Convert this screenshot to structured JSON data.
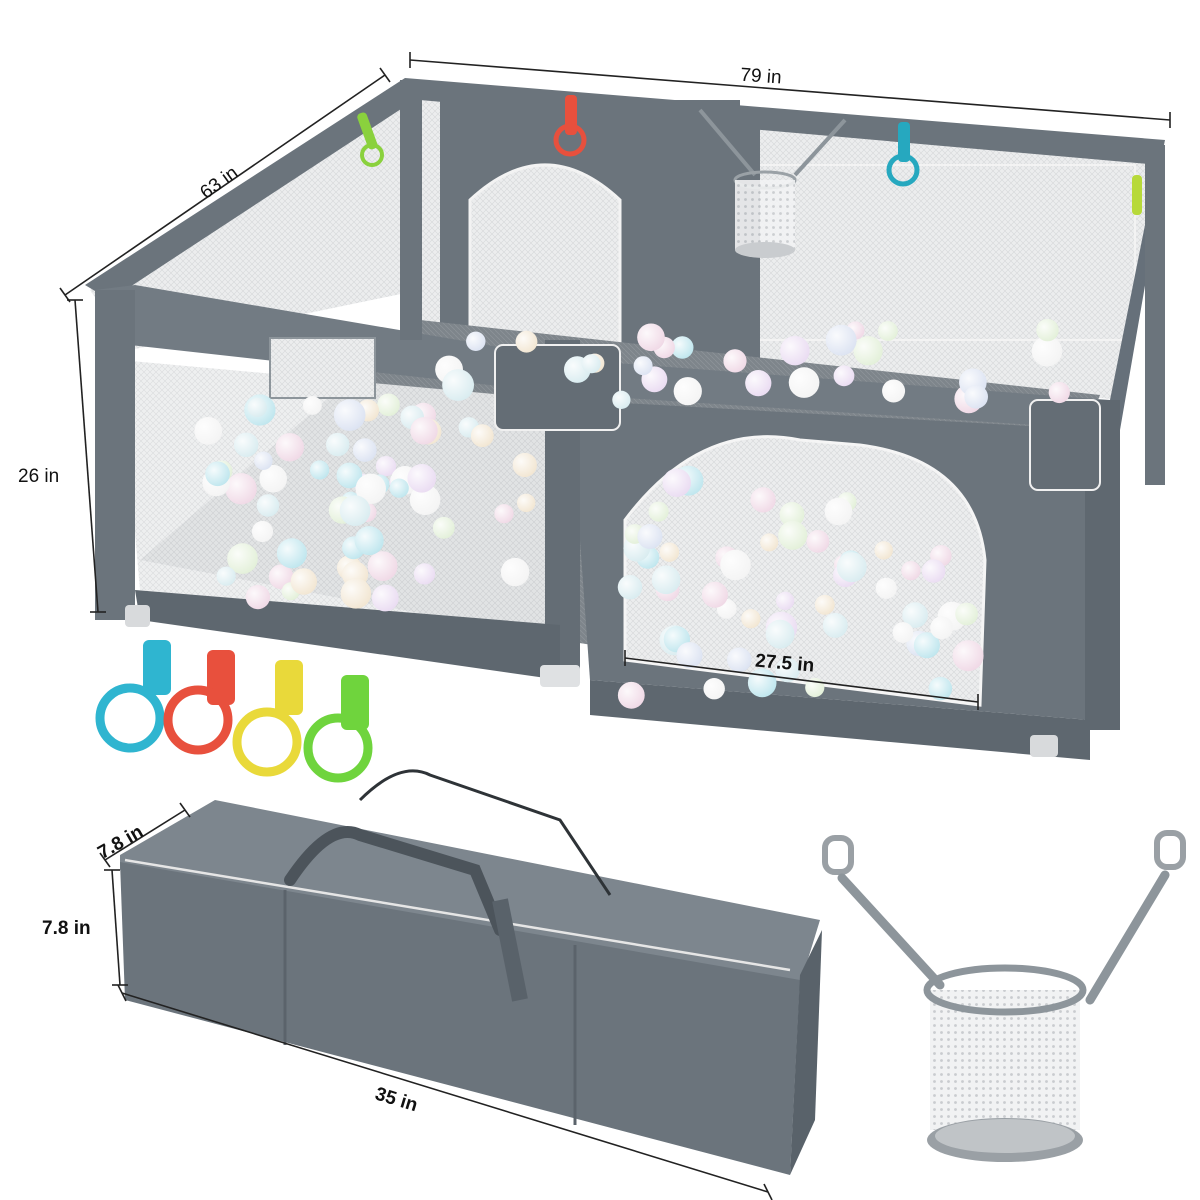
{
  "dimensions": {
    "width": "79 in",
    "depth": "63 in",
    "height": "26 in",
    "door_width": "27.5 in",
    "bag_depth": "7.8 in",
    "bag_height": "7.8 in",
    "bag_length": "35 in"
  },
  "accessories": {
    "pull_rings": [
      "blue",
      "red",
      "yellow",
      "green"
    ]
  },
  "colors": {
    "fabric": "#6b747c",
    "fabric_dark": "#59626a",
    "fabric_light": "#7d868e",
    "mesh": "#e9eaeb",
    "floor_mat": "#7a8187",
    "ring_blue": "#2fb5d0",
    "ring_red": "#e8503d",
    "ring_yellow": "#e9d93a",
    "ring_green": "#6fd43d",
    "ring_cyan": "#26a8bf",
    "ring_lime": "#b7d93a"
  }
}
